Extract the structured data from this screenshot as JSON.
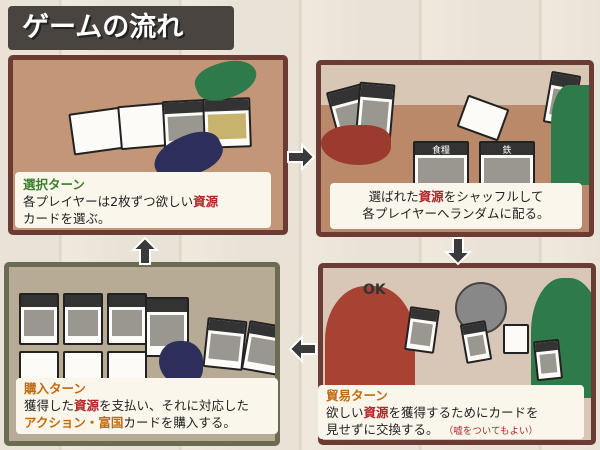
{
  "title": "ゲームの流れ",
  "steps": [
    {
      "name": "選択ターン",
      "line1": "各プレイヤーは2枚ずつ欲しい",
      "resource": "資源",
      "line2": "カードを選ぶ。"
    },
    {
      "line1a": "選ばれた",
      "resource": "資源",
      "line1b": "をシャッフルして",
      "line2": "各プレイヤーへランダムに配る。"
    },
    {
      "name": "貿易ターン",
      "line1a": "欲しい",
      "resource": "資源",
      "line1b": "を獲得するためにカードを",
      "line2": "見せずに交換する。",
      "note": "（嘘をついてもよい）"
    },
    {
      "name": "購入ターン",
      "line1a": "獲得した",
      "resource": "資源",
      "line1b": "を支払い、それに対応した",
      "action": "アクション・富国",
      "line2": "カードを購入する。"
    }
  ],
  "ok_label": "OK",
  "card_labels": {
    "a": "食糧",
    "b": "鉄"
  }
}
